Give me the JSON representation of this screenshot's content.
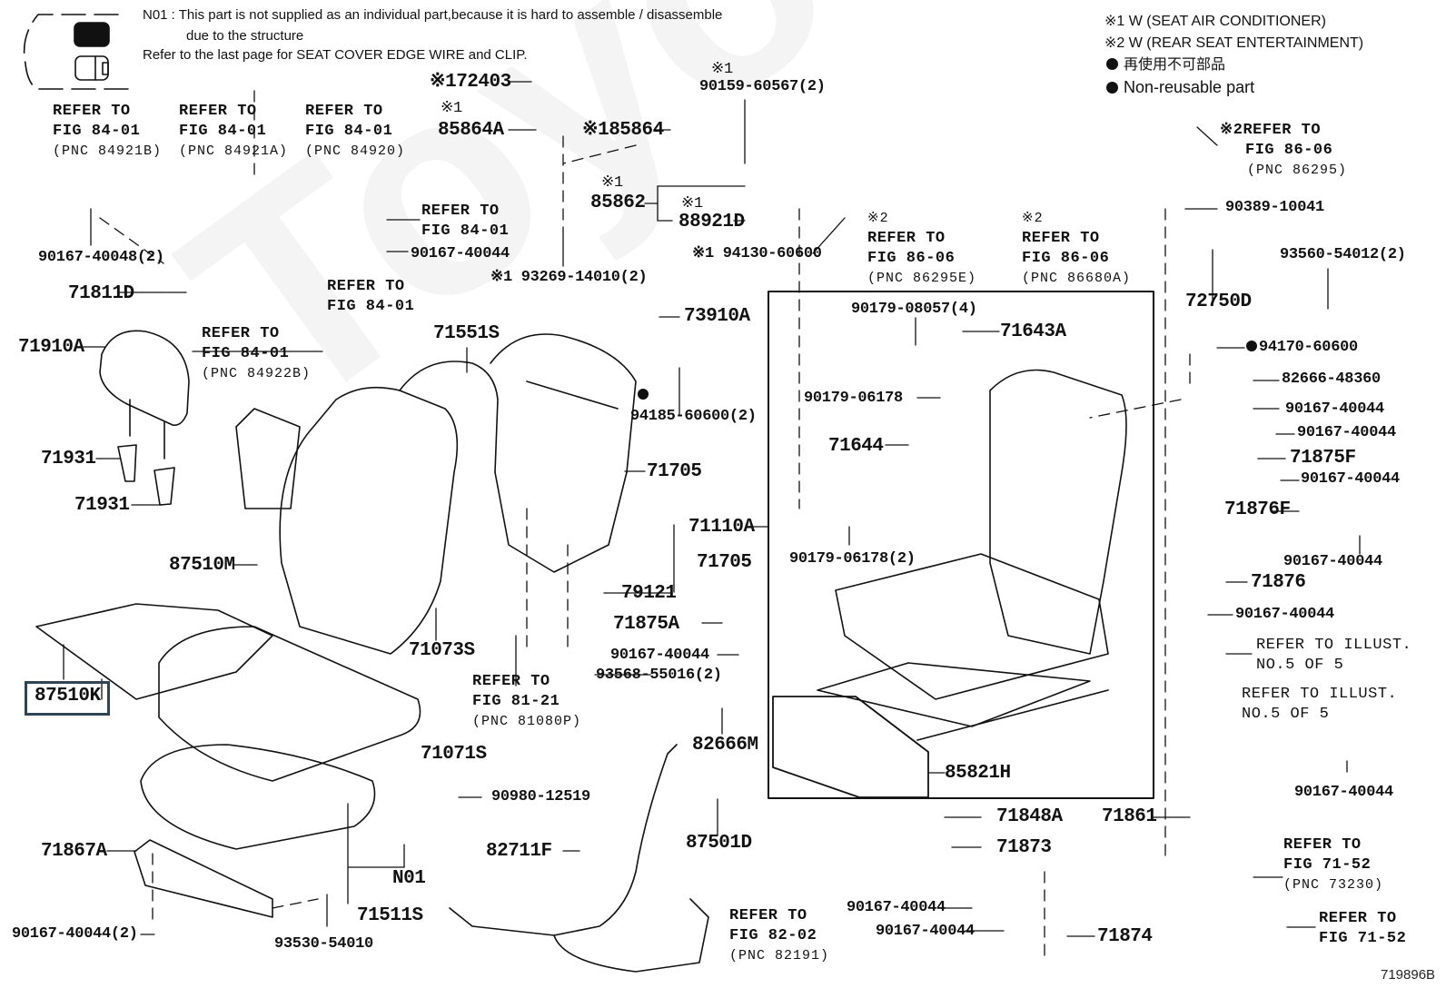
{
  "figure_id": "719896B",
  "watermark": "ToyotaPartsDeal",
  "legend_box": {
    "note_line1": "N01 : This part is not supplied as an individual part,because it is hard to assemble / disassemble",
    "note_line2": "due to the structure",
    "note_line3": "Refer to the last page for SEAT COVER EDGE WIRE and CLIP."
  },
  "key": {
    "mark1": "※1  W (SEAT AIR CONDITIONER)",
    "mark2": "※2  W (REAR SEAT ENTERTAINMENT)",
    "nonreusable_jp": "再使用不可部品",
    "nonreusable_en": "Non-reusable part"
  },
  "highlighted_part": "87510K",
  "parts": [
    {
      "id": "72403",
      "label": "※172403"
    },
    {
      "id": "85864A",
      "mark": "※1",
      "label": "85864A"
    },
    {
      "id": "85864",
      "label": "※185864"
    },
    {
      "id": "90159-60567",
      "mark": "※1",
      "label": "90159-60567(2)"
    },
    {
      "id": "85862",
      "mark": "※1",
      "label": "85862"
    },
    {
      "id": "88921D",
      "mark": "※1",
      "label": "88921D"
    },
    {
      "id": "93269-14010",
      "label": "※1 93269-14010(2)"
    },
    {
      "id": "94130-60600",
      "label": "※1 94130-60600"
    },
    {
      "id": "90167-40048",
      "label": "90167-40048(2)"
    },
    {
      "id": "90167-40044-a",
      "label": "90167-40044"
    },
    {
      "id": "71811D",
      "label": "71811D"
    },
    {
      "id": "71910A",
      "label": "71910A"
    },
    {
      "id": "71931-a",
      "label": "71931"
    },
    {
      "id": "71931-b",
      "label": "71931"
    },
    {
      "id": "87510M",
      "label": "87510M"
    },
    {
      "id": "87510K",
      "label": "87510K"
    },
    {
      "id": "71551S",
      "label": "71551S"
    },
    {
      "id": "73910A",
      "label": "73910A"
    },
    {
      "id": "94185-60600",
      "label": "94185-60600(2)",
      "non_reusable": true
    },
    {
      "id": "71705-a",
      "label": "71705"
    },
    {
      "id": "71110A",
      "label": "71110A"
    },
    {
      "id": "71705-b",
      "label": "71705"
    },
    {
      "id": "79121",
      "label": "79121"
    },
    {
      "id": "71073S",
      "label": "71073S"
    },
    {
      "id": "71875A",
      "label": "71875A"
    },
    {
      "id": "90167-40044-b",
      "label": "90167-40044"
    },
    {
      "id": "93568-55016",
      "label": "93568-55016(2)"
    },
    {
      "id": "71071S",
      "label": "71071S"
    },
    {
      "id": "90980-12519",
      "label": "90980-12519"
    },
    {
      "id": "82711F",
      "label": "82711F"
    },
    {
      "id": "N01",
      "label": "N01"
    },
    {
      "id": "71867A",
      "label": "71867A"
    },
    {
      "id": "71511S",
      "label": "71511S"
    },
    {
      "id": "90167-40044-2",
      "label": "90167-40044(2)"
    },
    {
      "id": "93530-54010",
      "label": "93530-54010"
    },
    {
      "id": "82666M",
      "label": "82666M"
    },
    {
      "id": "87501D",
      "label": "87501D"
    },
    {
      "id": "90179-08057",
      "label": "90179-08057(4)"
    },
    {
      "id": "71643A",
      "label": "71643A"
    },
    {
      "id": "90179-06178-a",
      "label": "90179-06178"
    },
    {
      "id": "71644",
      "label": "71644"
    },
    {
      "id": "90179-06178-b",
      "label": "90179-06178(2)"
    },
    {
      "id": "85821H",
      "label": "85821H"
    },
    {
      "id": "71848A",
      "label": "71848A"
    },
    {
      "id": "71873",
      "label": "71873"
    },
    {
      "id": "90167-40044-c",
      "label": "90167-40044"
    },
    {
      "id": "90167-40044-d",
      "label": "90167-40044"
    },
    {
      "id": "71874",
      "label": "71874"
    },
    {
      "id": "90389-10041",
      "label": "90389-10041"
    },
    {
      "id": "93560-54012",
      "label": "93560-54012(2)"
    },
    {
      "id": "72750D",
      "label": "72750D"
    },
    {
      "id": "94170-60600",
      "label": "94170-60600",
      "non_reusable": true
    },
    {
      "id": "82666-48360",
      "label": "82666-48360"
    },
    {
      "id": "90167-40044-e",
      "label": "90167-40044"
    },
    {
      "id": "90167-40044-f",
      "label": "90167-40044"
    },
    {
      "id": "71875F",
      "label": "71875F"
    },
    {
      "id": "90167-40044-g",
      "label": "90167-40044"
    },
    {
      "id": "71876F",
      "label": "71876F"
    },
    {
      "id": "90167-40044-h",
      "label": "90167-40044"
    },
    {
      "id": "71876",
      "label": "71876"
    },
    {
      "id": "90167-40044-i",
      "label": "90167-40044"
    },
    {
      "id": "71861",
      "label": "71861"
    },
    {
      "id": "90167-40044-j",
      "label": "90167-40044"
    }
  ],
  "references": [
    {
      "id": "ref-84921B",
      "line1": "REFER TO",
      "line2": "FIG 84-01",
      "pnc": "(PNC 84921B)"
    },
    {
      "id": "ref-84921A",
      "line1": "REFER TO",
      "line2": "FIG 84-01",
      "pnc": "(PNC 84921A)"
    },
    {
      "id": "ref-84920",
      "line1": "REFER TO",
      "line2": "FIG 84-01",
      "pnc": "(PNC 84920)"
    },
    {
      "id": "ref-84-01-screw",
      "line1": "REFER TO",
      "line2": "FIG 84-01"
    },
    {
      "id": "ref-84-01-screw2",
      "line1": "REFER TO",
      "line2": "FIG 84-01"
    },
    {
      "id": "ref-84922B",
      "line1": "REFER TO",
      "line2": "FIG 84-01",
      "pnc": "(PNC 84922B)"
    },
    {
      "id": "ref-81080P",
      "line1": "REFER TO",
      "line2": "FIG 81-21",
      "pnc": "(PNC 81080P)"
    },
    {
      "id": "ref-82191",
      "line1": "REFER TO",
      "line2": "FIG 82-02",
      "pnc": "(PNC 82191)"
    },
    {
      "id": "ref-86295E",
      "mark": "※2",
      "line1": "REFER TO",
      "line2": "FIG 86-06",
      "pnc": "(PNC 86295E)"
    },
    {
      "id": "ref-86680A",
      "mark": "※2",
      "line1": "REFER TO",
      "line2": "FIG 86-06",
      "pnc": "(PNC 86680A)"
    },
    {
      "id": "ref-86295",
      "line1": "※2REFER TO",
      "line2": "FIG 86-06",
      "pnc": "(PNC 86295)"
    },
    {
      "id": "ref-illust-a",
      "line1": "REFER TO ILLUST.",
      "line2": "NO.5 OF 5"
    },
    {
      "id": "ref-illust-b",
      "line1": "REFER TO ILLUST.",
      "line2": "NO.5 OF 5"
    },
    {
      "id": "ref-73230",
      "line1": "REFER TO",
      "line2": "FIG 71-52",
      "pnc": "(PNC 73230)"
    },
    {
      "id": "ref-71-52",
      "line1": "REFER TO",
      "line2": "FIG 71-52"
    }
  ]
}
